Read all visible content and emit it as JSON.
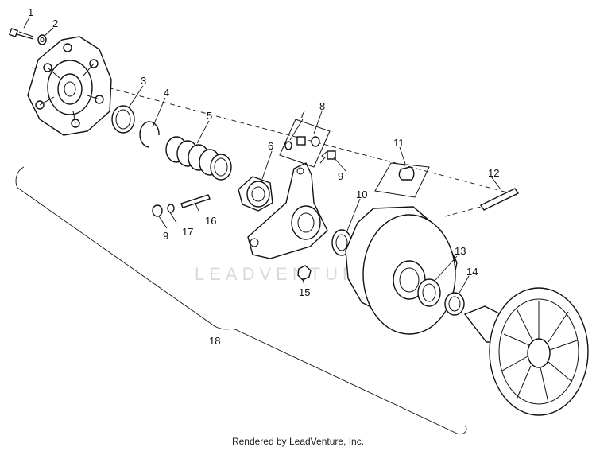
{
  "callouts": {
    "c1": "1",
    "c2": "2",
    "c3": "3",
    "c4": "4",
    "c5": "5",
    "c6": "6",
    "c7": "7",
    "c8": "8",
    "c9a": "9",
    "c9b": "9",
    "c10": "10",
    "c11": "11",
    "c12": "12",
    "c13": "13",
    "c14": "14",
    "c15": "15",
    "c16": "16",
    "c17": "17",
    "c18": "18"
  },
  "watermark": "LEADVENTURE",
  "footer": "Rendered by LeadVenture, Inc."
}
